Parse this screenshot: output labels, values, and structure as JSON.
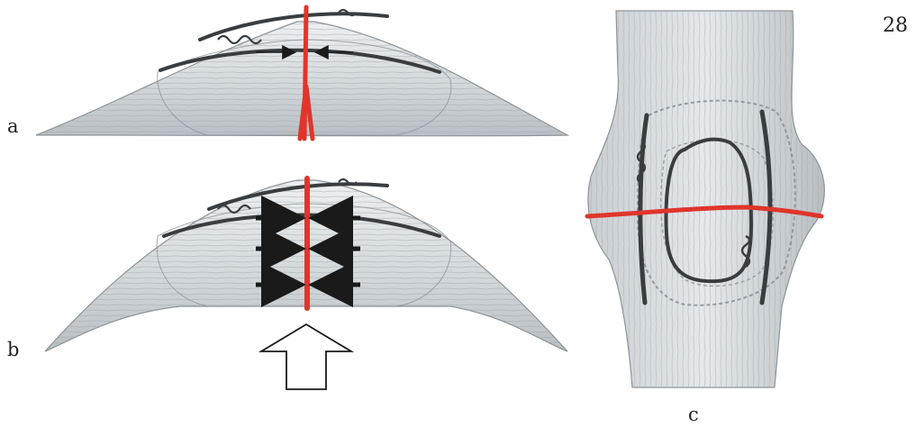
{
  "page_number": "28",
  "panels": [
    {
      "label": "a"
    },
    {
      "label": "b"
    },
    {
      "label": "c"
    }
  ],
  "colors": {
    "fracture_line": "#e0352b",
    "bone_fill": "#d6dadd",
    "bone_shadow": "#a9afb4",
    "wire": "#3a3d40",
    "arrow": "#1a1a1a"
  }
}
